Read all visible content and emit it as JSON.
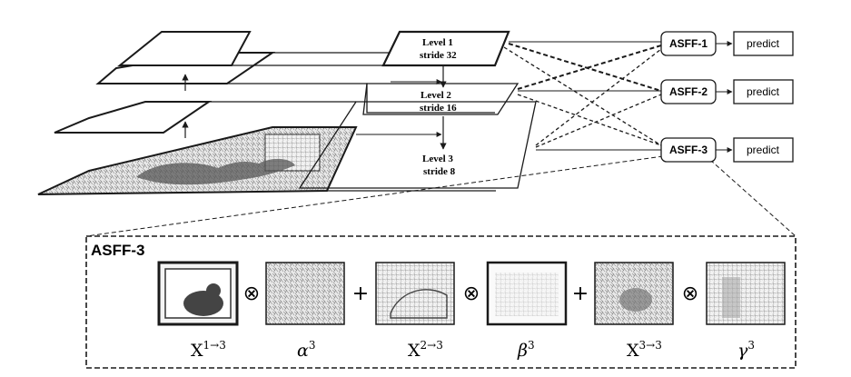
{
  "pyramid": {
    "levels": [
      {
        "name": "Level 1",
        "stride": "stride 32"
      },
      {
        "name": "Level 2",
        "stride": "stride 16"
      },
      {
        "name": "Level 3",
        "stride": "stride 8"
      }
    ]
  },
  "fusion": {
    "asff_boxes": [
      "ASFF-1",
      "ASFF-2",
      "ASFF-3"
    ],
    "predict_label": "predict"
  },
  "detail": {
    "title": "ASFF-3",
    "terms": [
      {
        "base": "X",
        "sup": "1→3"
      },
      {
        "base": "α",
        "sup": "3"
      },
      {
        "base": "X",
        "sup": "2→3"
      },
      {
        "base": "β",
        "sup": "3"
      },
      {
        "base": "X",
        "sup": "3→3"
      },
      {
        "base": "γ",
        "sup": "3"
      }
    ],
    "operators": [
      "⊗",
      "+",
      "⊗",
      "+",
      "⊗"
    ]
  },
  "colors": {
    "stroke": "#1a1a1a",
    "background": "#ffffff"
  }
}
